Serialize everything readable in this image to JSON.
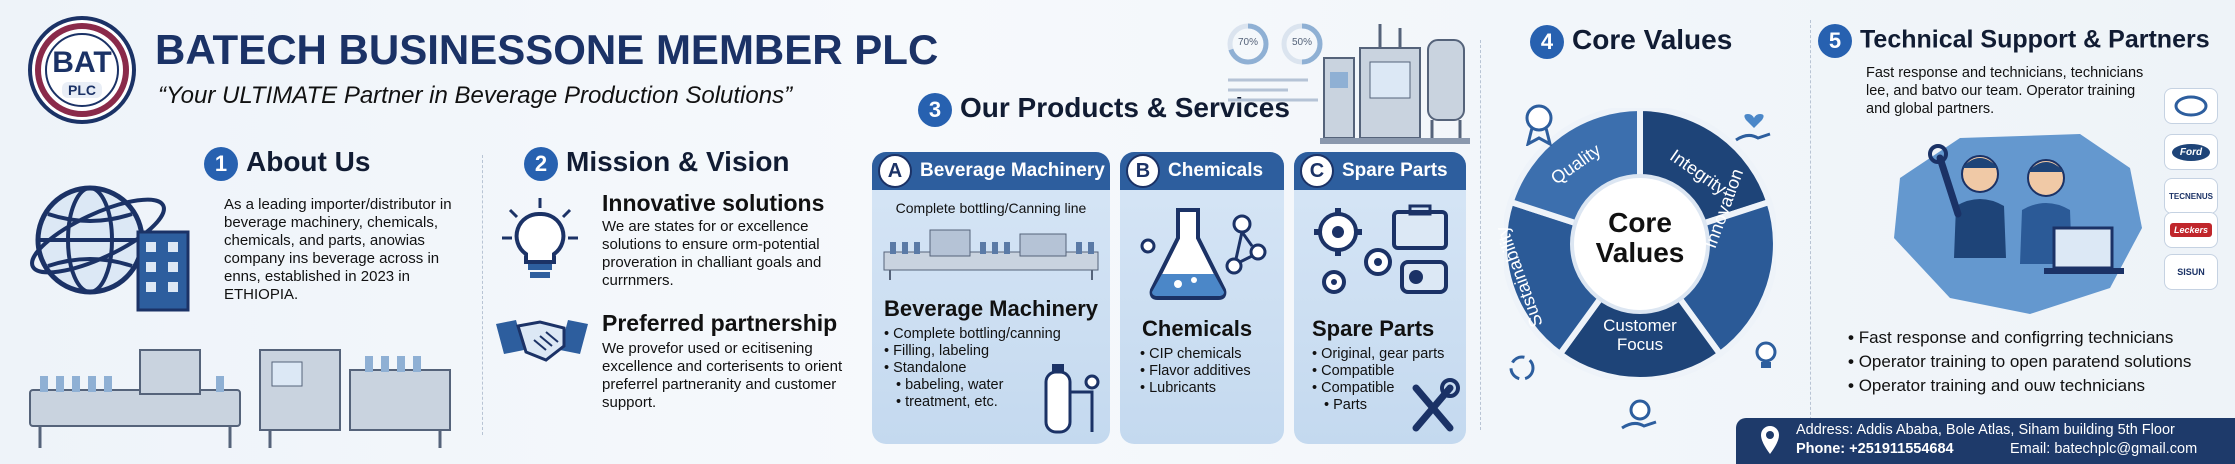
{
  "company": {
    "badge_main": "BAT",
    "badge_sub": "PLC",
    "name": "BATECH BUSINESSONE MEMBER PLC",
    "tagline": "“Your ULTIMATE Partner in Beverage Production Solutions”"
  },
  "about": {
    "num": "1",
    "title": "About Us",
    "text": "As a leading importer/distributor in beverage machinery, chemicals, chemicals, and parts, anowias company ins beverage across in enns, established in 2023 in ETHIOPIA."
  },
  "mission": {
    "num": "2",
    "title": "Mission & Vision",
    "item1_title": "Innovative solutions",
    "item1_text": "We are states for or excellence solutions to ensure orm-potential proveration in challiant goals and currnmers.",
    "item2_title": "Preferred partnership",
    "item2_text": "We provefor used or ecitisening excellence and corterisents to orient preferrel partneranity and customer support."
  },
  "products": {
    "num": "3",
    "title": "Our Products & Services",
    "gauges": [
      "70%",
      "50%"
    ],
    "a": {
      "letter": "A",
      "head": "Beverage Machinery",
      "caption": "Complete bottling/Canning line",
      "title": "Beverage Machinery",
      "items": [
        "Complete bottling/canning",
        "Filling, labeling",
        "Standalone",
        "babeling, water",
        "treatment, etc."
      ]
    },
    "b": {
      "letter": "B",
      "head": "Chemicals",
      "title": "Chemicals",
      "items": [
        "CIP chemicals",
        "Flavor additives",
        "Lubricants"
      ]
    },
    "c": {
      "letter": "C",
      "head": "Spare Parts",
      "title": "Spare Parts",
      "items": [
        "Original, gear parts",
        "Compatible",
        "Compatible",
        "Parts"
      ]
    }
  },
  "values": {
    "num": "4",
    "title": "Core Values",
    "center": [
      "Core",
      "Values"
    ],
    "segments": [
      "Quality",
      "Integrity",
      "Innovation",
      "Customer Focus",
      "Sustainability"
    ],
    "seg_customer_1": "Customer",
    "seg_customer_2": "Focus"
  },
  "support": {
    "num": "5",
    "title": "Technical Support & Partners",
    "intro": "Fast response and technicians, technicians lee, and batvo our team. Operator training and global partners.",
    "bullets": [
      "Fast response and configrring technicians",
      "Operator training to open paratend solutions",
      "Operator training and ouw technicians"
    ],
    "partners": [
      "",
      "Ford",
      "TECNENUS",
      "Leckers",
      "SISUN"
    ]
  },
  "contact": {
    "address": "Address: Addis Ababa, Bole Atlas, Siham building 5th Floor",
    "phone": "Phone: +251911554684",
    "email": "Email: batechplc@gmail.com"
  },
  "colors": {
    "navy": "#1b3266",
    "accent_blue": "#2761b0",
    "card_header": "#2d5e9e",
    "wheel_dark": "#1e4478",
    "wheel_mid": "#2b5a97"
  }
}
